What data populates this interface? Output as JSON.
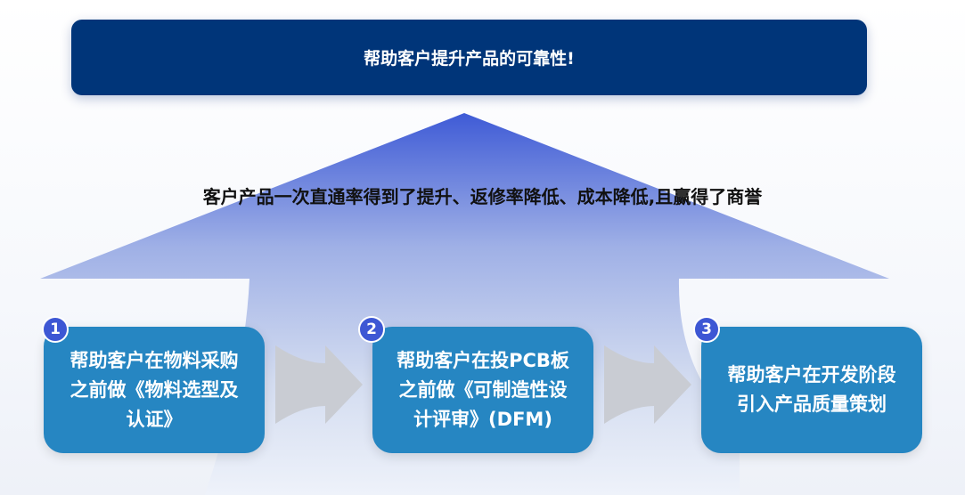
{
  "banner": {
    "title": "帮助客户提升产品的可靠性!"
  },
  "summary": "客户产品一次直通率得到了提升、返修率降低、成本降低,且赢得了商誉",
  "steps": [
    {
      "number": "1",
      "text": "帮助客户在物料采购之前做《物料选型及认证》"
    },
    {
      "number": "2",
      "text": "帮助客户在投PCB板之前做《可制造性设计评审》(DFM)"
    },
    {
      "number": "3",
      "text": "帮助客户在开发阶段引入产品质量策划"
    }
  ],
  "colors": {
    "banner": "#003579",
    "box": "#2686c2",
    "badge": "#3d57d4",
    "arrow": "#c9ccd3"
  }
}
